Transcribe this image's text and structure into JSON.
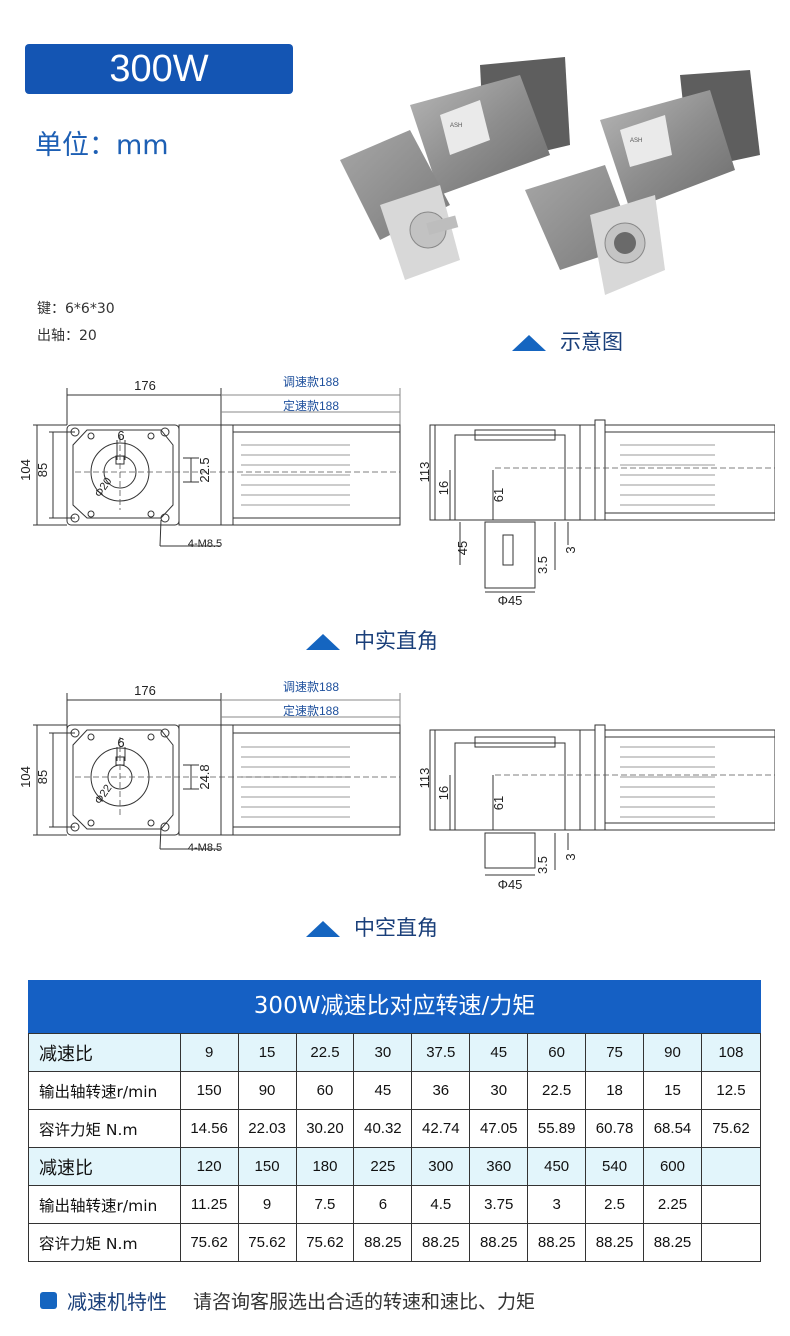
{
  "header": {
    "power_title": "300W",
    "unit_label": "单位：mm"
  },
  "specs": {
    "key_label": "键：6*6*30",
    "shaft_label": "出轴：20"
  },
  "photo": {
    "caption": "示意图",
    "nameplate_text": "ASH"
  },
  "drawing_solid": {
    "caption": "中实直角",
    "width_dim": "176",
    "adj_speed_label": "调速款188",
    "const_speed_label": "定速款188",
    "height_outer": "104",
    "height_inner": "85",
    "key_width": "6",
    "shaft_dia": "Φ20",
    "center_offset": "22.5",
    "mount_holes": "4-M8.5",
    "side_height": "113",
    "side_16": "16",
    "side_61": "61",
    "side_45": "45",
    "side_3_5": "3.5",
    "side_3": "3",
    "flange_dia": "Φ45"
  },
  "drawing_hollow": {
    "caption": "中空直角",
    "width_dim": "176",
    "adj_speed_label": "调速款188",
    "const_speed_label": "定速款188",
    "height_outer": "104",
    "height_inner": "85",
    "key_width": "6",
    "shaft_dia": "Φ22",
    "center_offset": "24.8",
    "mount_holes": "4-M8.5",
    "side_height": "113",
    "side_16": "16",
    "side_61": "61",
    "side_3_5": "3.5",
    "side_3": "3",
    "flange_dia": "Φ45"
  },
  "table": {
    "title": "300W减速比对应转速/力矩",
    "rows": [
      {
        "type": "ratio",
        "label": "减速比",
        "values": [
          "9",
          "15",
          "22.5",
          "30",
          "37.5",
          "45",
          "60",
          "75",
          "90",
          "108"
        ]
      },
      {
        "type": "data",
        "label": "输出轴转速r/min",
        "values": [
          "150",
          "90",
          "60",
          "45",
          "36",
          "30",
          "22.5",
          "18",
          "15",
          "12.5"
        ]
      },
      {
        "type": "data",
        "label": "容许力矩 N.m",
        "values": [
          "14.56",
          "22.03",
          "30.20",
          "40.32",
          "42.74",
          "47.05",
          "55.89",
          "60.78",
          "68.54",
          "75.62"
        ]
      },
      {
        "type": "ratio",
        "label": "减速比",
        "values": [
          "120",
          "150",
          "180",
          "225",
          "300",
          "360",
          "450",
          "540",
          "600",
          ""
        ]
      },
      {
        "type": "data",
        "label": "输出轴转速r/min",
        "values": [
          "11.25",
          "9",
          "7.5",
          "6",
          "4.5",
          "3.75",
          "3",
          "2.5",
          "2.25",
          ""
        ]
      },
      {
        "type": "data",
        "label": "容许力矩 N.m",
        "values": [
          "75.62",
          "75.62",
          "75.62",
          "88.25",
          "88.25",
          "88.25",
          "88.25",
          "88.25",
          "88.25",
          ""
        ]
      }
    ]
  },
  "footer": {
    "feature_title": "减速机特性",
    "feature_desc": "请咨询客服选出合适的转速和速比、力矩"
  },
  "colors": {
    "accent": "#1455b3",
    "table_header": "#1560c4",
    "ratio_row_bg": "#e2f5fb"
  }
}
